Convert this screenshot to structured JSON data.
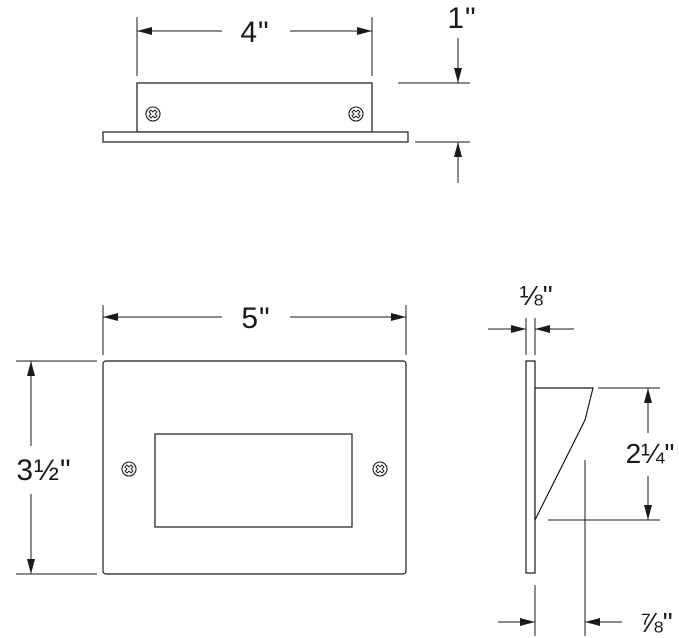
{
  "dimensions": {
    "top_width": "4\"",
    "top_height": "1\"",
    "front_width": "5\"",
    "front_height": "3½\"",
    "side_plate_thickness": "⅛\"",
    "side_housing_height": "2¼\"",
    "side_depth": "⅞\""
  },
  "colors": {
    "line": "#1a1a1a",
    "background": "#ffffff"
  },
  "icons": {
    "screw": "phillips-screw-icon"
  }
}
